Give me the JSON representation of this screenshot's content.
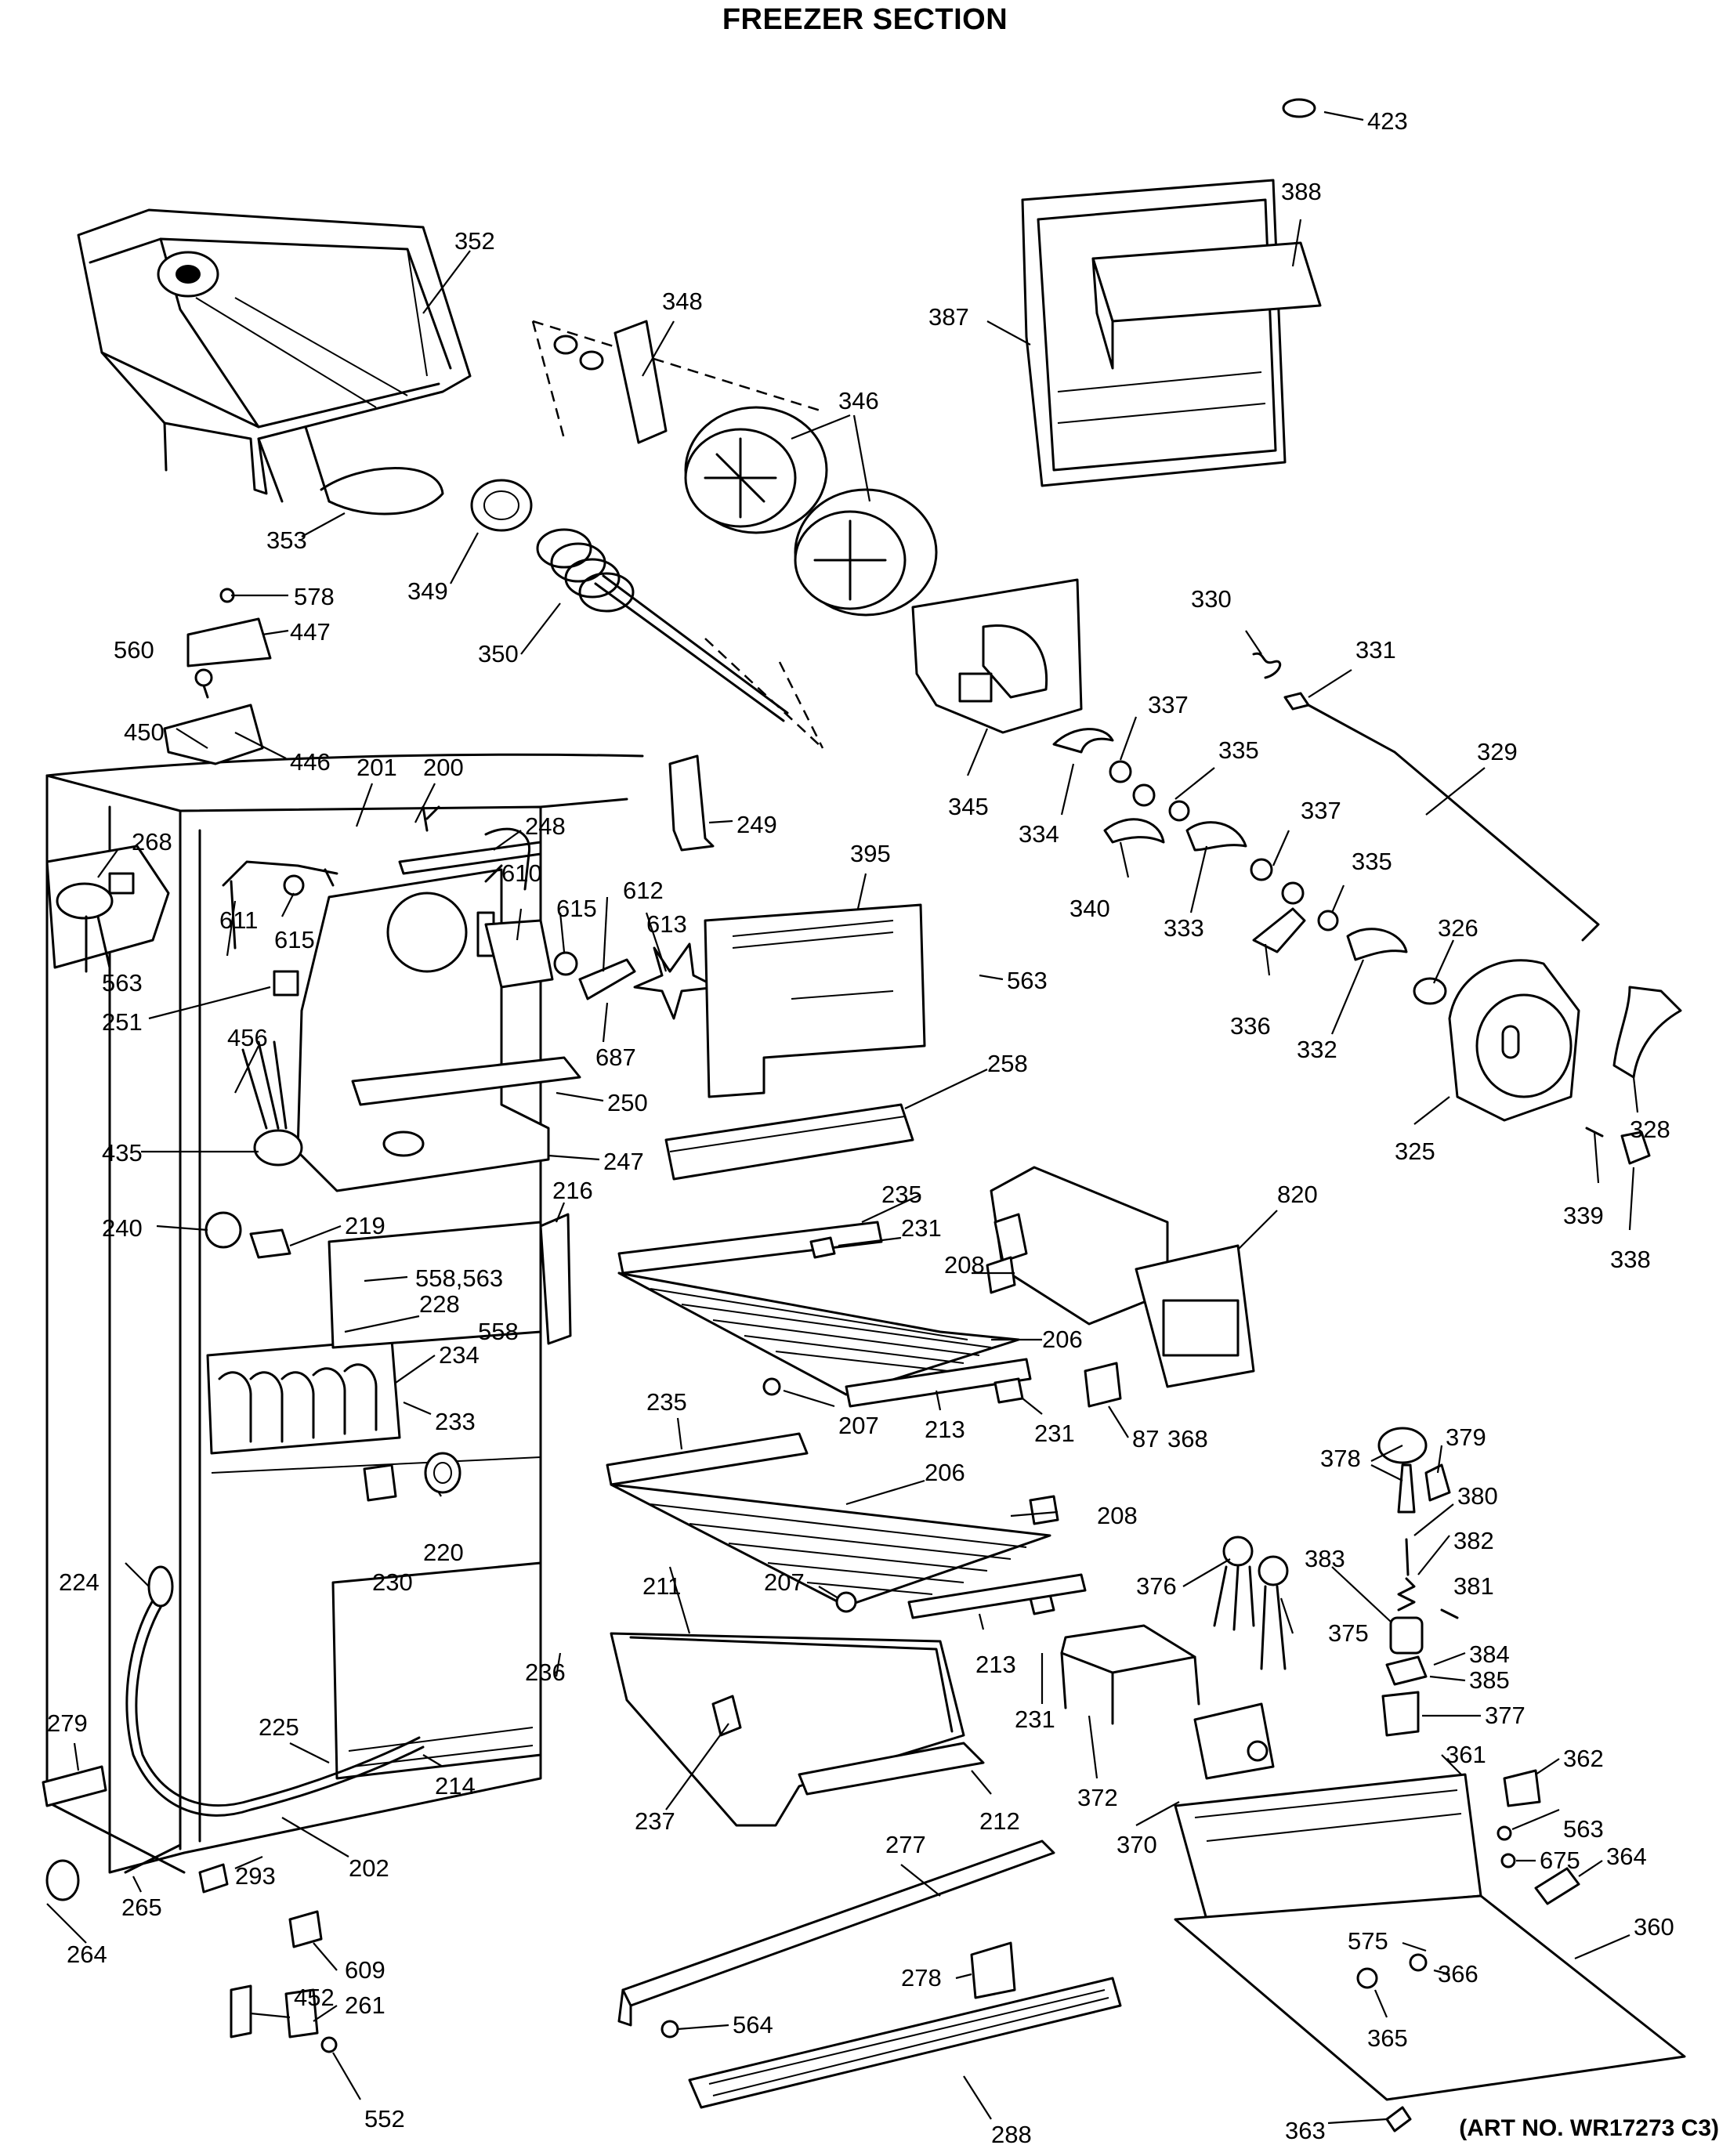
{
  "title": "FREEZER SECTION",
  "art_number": "(ART NO. WR17273 C3)",
  "part_labels": [
    {
      "id": "423",
      "text": "423"
    },
    {
      "id": "388",
      "text": "388"
    },
    {
      "id": "387",
      "text": "387"
    },
    {
      "id": "352",
      "text": "352"
    },
    {
      "id": "348",
      "text": "348"
    },
    {
      "id": "346",
      "text": "346"
    },
    {
      "id": "353",
      "text": "353"
    },
    {
      "id": "349",
      "text": "349"
    },
    {
      "id": "350",
      "text": "350"
    },
    {
      "id": "345",
      "text": "345"
    },
    {
      "id": "330",
      "text": "330"
    },
    {
      "id": "331",
      "text": "331"
    },
    {
      "id": "329",
      "text": "329"
    },
    {
      "id": "337a",
      "text": "337"
    },
    {
      "id": "335a",
      "text": "335"
    },
    {
      "id": "334",
      "text": "334"
    },
    {
      "id": "340",
      "text": "340"
    },
    {
      "id": "333",
      "text": "333"
    },
    {
      "id": "337b",
      "text": "337"
    },
    {
      "id": "335b",
      "text": "335"
    },
    {
      "id": "326",
      "text": "326"
    },
    {
      "id": "336",
      "text": "336"
    },
    {
      "id": "332",
      "text": "332"
    },
    {
      "id": "325",
      "text": "325"
    },
    {
      "id": "328",
      "text": "328"
    },
    {
      "id": "339",
      "text": "339"
    },
    {
      "id": "338",
      "text": "338"
    },
    {
      "id": "578",
      "text": "578"
    },
    {
      "id": "447",
      "text": "447"
    },
    {
      "id": "560",
      "text": "560"
    },
    {
      "id": "450",
      "text": "450"
    },
    {
      "id": "446",
      "text": "446"
    },
    {
      "id": "201",
      "text": "201"
    },
    {
      "id": "200",
      "text": "200"
    },
    {
      "id": "249",
      "text": "249"
    },
    {
      "id": "268",
      "text": "268"
    },
    {
      "id": "248",
      "text": "248"
    },
    {
      "id": "610",
      "text": "610"
    },
    {
      "id": "615a",
      "text": "615"
    },
    {
      "id": "615b",
      "text": "615"
    },
    {
      "id": "611",
      "text": "611"
    },
    {
      "id": "563a",
      "text": "563"
    },
    {
      "id": "612",
      "text": "612"
    },
    {
      "id": "613",
      "text": "613"
    },
    {
      "id": "395",
      "text": "395"
    },
    {
      "id": "563b",
      "text": "563"
    },
    {
      "id": "251",
      "text": "251"
    },
    {
      "id": "456",
      "text": "456"
    },
    {
      "id": "687",
      "text": "687"
    },
    {
      "id": "250",
      "text": "250"
    },
    {
      "id": "258",
      "text": "258"
    },
    {
      "id": "435",
      "text": "435"
    },
    {
      "id": "247",
      "text": "247"
    },
    {
      "id": "216",
      "text": "216"
    },
    {
      "id": "235a",
      "text": "235"
    },
    {
      "id": "820",
      "text": "820"
    },
    {
      "id": "240",
      "text": "240"
    },
    {
      "id": "219",
      "text": "219"
    },
    {
      "id": "231a",
      "text": "231"
    },
    {
      "id": "558_563",
      "text": "558,563"
    },
    {
      "id": "208a",
      "text": "208"
    },
    {
      "id": "228",
      "text": "228"
    },
    {
      "id": "558",
      "text": "558"
    },
    {
      "id": "206a",
      "text": "206"
    },
    {
      "id": "234",
      "text": "234"
    },
    {
      "id": "233",
      "text": "233"
    },
    {
      "id": "207a",
      "text": "207"
    },
    {
      "id": "213a",
      "text": "213"
    },
    {
      "id": "231b",
      "text": "231"
    },
    {
      "id": "87",
      "text": "87"
    },
    {
      "id": "368",
      "text": "368"
    },
    {
      "id": "235b",
      "text": "235"
    },
    {
      "id": "378",
      "text": "378"
    },
    {
      "id": "379",
      "text": "379"
    },
    {
      "id": "206b",
      "text": "206"
    },
    {
      "id": "380",
      "text": "380"
    },
    {
      "id": "220",
      "text": "220"
    },
    {
      "id": "230",
      "text": "230"
    },
    {
      "id": "208b",
      "text": "208"
    },
    {
      "id": "382",
      "text": "382"
    },
    {
      "id": "224",
      "text": "224"
    },
    {
      "id": "211",
      "text": "211"
    },
    {
      "id": "207b",
      "text": "207"
    },
    {
      "id": "376",
      "text": "376"
    },
    {
      "id": "383",
      "text": "383"
    },
    {
      "id": "381",
      "text": "381"
    },
    {
      "id": "375",
      "text": "375"
    },
    {
      "id": "236",
      "text": "236"
    },
    {
      "id": "213b",
      "text": "213"
    },
    {
      "id": "384",
      "text": "384"
    },
    {
      "id": "385",
      "text": "385"
    },
    {
      "id": "279",
      "text": "279"
    },
    {
      "id": "231c",
      "text": "231"
    },
    {
      "id": "377",
      "text": "377"
    },
    {
      "id": "225",
      "text": "225"
    },
    {
      "id": "214",
      "text": "214"
    },
    {
      "id": "372",
      "text": "372"
    },
    {
      "id": "361",
      "text": "361"
    },
    {
      "id": "362",
      "text": "362"
    },
    {
      "id": "237",
      "text": "237"
    },
    {
      "id": "212",
      "text": "212"
    },
    {
      "id": "563c",
      "text": "563"
    },
    {
      "id": "277",
      "text": "277"
    },
    {
      "id": "370",
      "text": "370"
    },
    {
      "id": "675",
      "text": "675"
    },
    {
      "id": "364",
      "text": "364"
    },
    {
      "id": "202",
      "text": "202"
    },
    {
      "id": "293",
      "text": "293"
    },
    {
      "id": "360",
      "text": "360"
    },
    {
      "id": "265",
      "text": "265"
    },
    {
      "id": "264",
      "text": "264"
    },
    {
      "id": "609",
      "text": "609"
    },
    {
      "id": "575",
      "text": "575"
    },
    {
      "id": "452",
      "text": "452"
    },
    {
      "id": "278",
      "text": "278"
    },
    {
      "id": "366",
      "text": "366"
    },
    {
      "id": "261",
      "text": "261"
    },
    {
      "id": "564",
      "text": "564"
    },
    {
      "id": "365",
      "text": "365"
    },
    {
      "id": "552",
      "text": "552"
    },
    {
      "id": "288",
      "text": "288"
    },
    {
      "id": "363",
      "text": "363"
    }
  ]
}
